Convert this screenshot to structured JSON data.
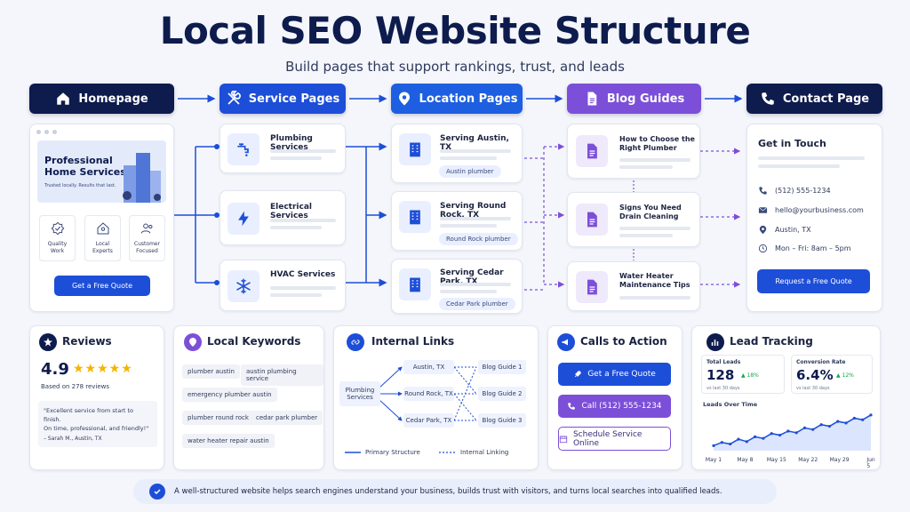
{
  "header": {
    "title": "Local SEO Website Structure",
    "subtitle": "Build pages that support rankings, trust, and leads"
  },
  "stages": [
    {
      "label": "Homepage",
      "icon": "home-icon",
      "color": "#0d1b4d"
    },
    {
      "label": "Service Pages",
      "icon": "tools-icon",
      "color": "#1d4ed8"
    },
    {
      "label": "Location Pages",
      "icon": "map-pin-icon",
      "color": "#1d5fe0"
    },
    {
      "label": "Blog Guides",
      "icon": "document-icon",
      "color": "#7c4fd8"
    },
    {
      "label": "Contact Page",
      "icon": "phone-icon",
      "color": "#0d1b4d"
    }
  ],
  "homepage": {
    "hero_title_1": "Professional",
    "hero_title_2": "Home Services",
    "hero_tagline": "Trusted locally. Results that last.",
    "features": [
      {
        "line1": "Quality",
        "line2": "Work",
        "icon": "badge-check-icon"
      },
      {
        "line1": "Local",
        "line2": "Experts",
        "icon": "home-pin-icon"
      },
      {
        "line1": "Customer",
        "line2": "Focused",
        "icon": "users-icon"
      }
    ],
    "cta": "Get a Free Quote"
  },
  "services": [
    {
      "label": "Plumbing Services",
      "icon": "faucet-icon"
    },
    {
      "label": "Electrical Services",
      "icon": "lightning-icon"
    },
    {
      "label": "HVAC Services",
      "icon": "snowflake-icon"
    }
  ],
  "locations": [
    {
      "label": "Serving Austin, TX",
      "tag": "Austin plumber"
    },
    {
      "label": "Serving Round Rock, TX",
      "tag": "Round Rock plumber"
    },
    {
      "label": "Serving Cedar Park, TX",
      "tag": "Cedar Park plumber"
    }
  ],
  "blogs": [
    {
      "line1": "How to Choose the",
      "line2": "Right Plumber"
    },
    {
      "line1": "Signs You Need",
      "line2": "Drain Cleaning"
    },
    {
      "line1": "Water Heater",
      "line2": "Maintenance Tips"
    }
  ],
  "contact": {
    "title": "Get in Touch",
    "phone": "(512) 555-1234",
    "email": "hello@yourbusiness.com",
    "city": "Austin, TX",
    "hours": "Mon – Fri: 8am – 5pm",
    "cta": "Request a Free Quote"
  },
  "reviews": {
    "title": "Reviews",
    "rating": "4.9",
    "stars": "★★★★★",
    "based_on": "Based on 278 reviews",
    "quote_1": "\"Excellent service from start to finish.",
    "quote_2": "On time, professional, and friendly!\"",
    "author": "– Sarah M., Austin, TX"
  },
  "keywords": {
    "title": "Local Keywords",
    "items": [
      "plumber austin",
      "austin plumbing service",
      "emergency plumber austin",
      "plumber round rock",
      "cedar park plumber",
      "water heater repair austin"
    ]
  },
  "links": {
    "title": "Internal Links",
    "root": "Plumbing Services",
    "cities": [
      "Austin, TX",
      "Round Rock, TX",
      "Cedar Park, TX"
    ],
    "guides": [
      "Blog Guide 1",
      "Blog Guide 2",
      "Blog Guide 3"
    ],
    "legend_primary": "Primary Structure",
    "legend_internal": "Internal Linking"
  },
  "cta_panel": {
    "title": "Calls to Action",
    "btn1": "Get a Free Quote",
    "btn2": "Call (512) 555-1234",
    "btn3": "Schedule Service Online"
  },
  "tracking": {
    "title": "Lead Tracking",
    "total_label": "Total Leads",
    "total_value": "128",
    "total_delta": "▲ 18%",
    "total_note": "vs last 30 days",
    "conv_label": "Conversion Rate",
    "conv_value": "6.4%",
    "conv_delta": "▲ 12%",
    "conv_note": "vs last 30 days",
    "chart_title": "Leads Over Time",
    "x_labels": [
      "May 1",
      "May 8",
      "May 15",
      "May 22",
      "May 29",
      "Jun 5"
    ],
    "series": [
      18,
      22,
      20,
      26,
      23,
      29,
      27,
      33,
      31,
      36,
      34,
      40,
      38,
      44,
      42,
      48,
      46,
      52,
      50,
      56
    ]
  },
  "footer": {
    "text": "A well-structured website helps search engines understand your business, builds trust with visitors, and turns local searches into qualified leads."
  },
  "colors": {
    "navy": "#0d1b4d",
    "blue": "#1d4ed8",
    "purple": "#7c4fd8",
    "accent_green": "#16a34a",
    "star": "#f5b301"
  }
}
